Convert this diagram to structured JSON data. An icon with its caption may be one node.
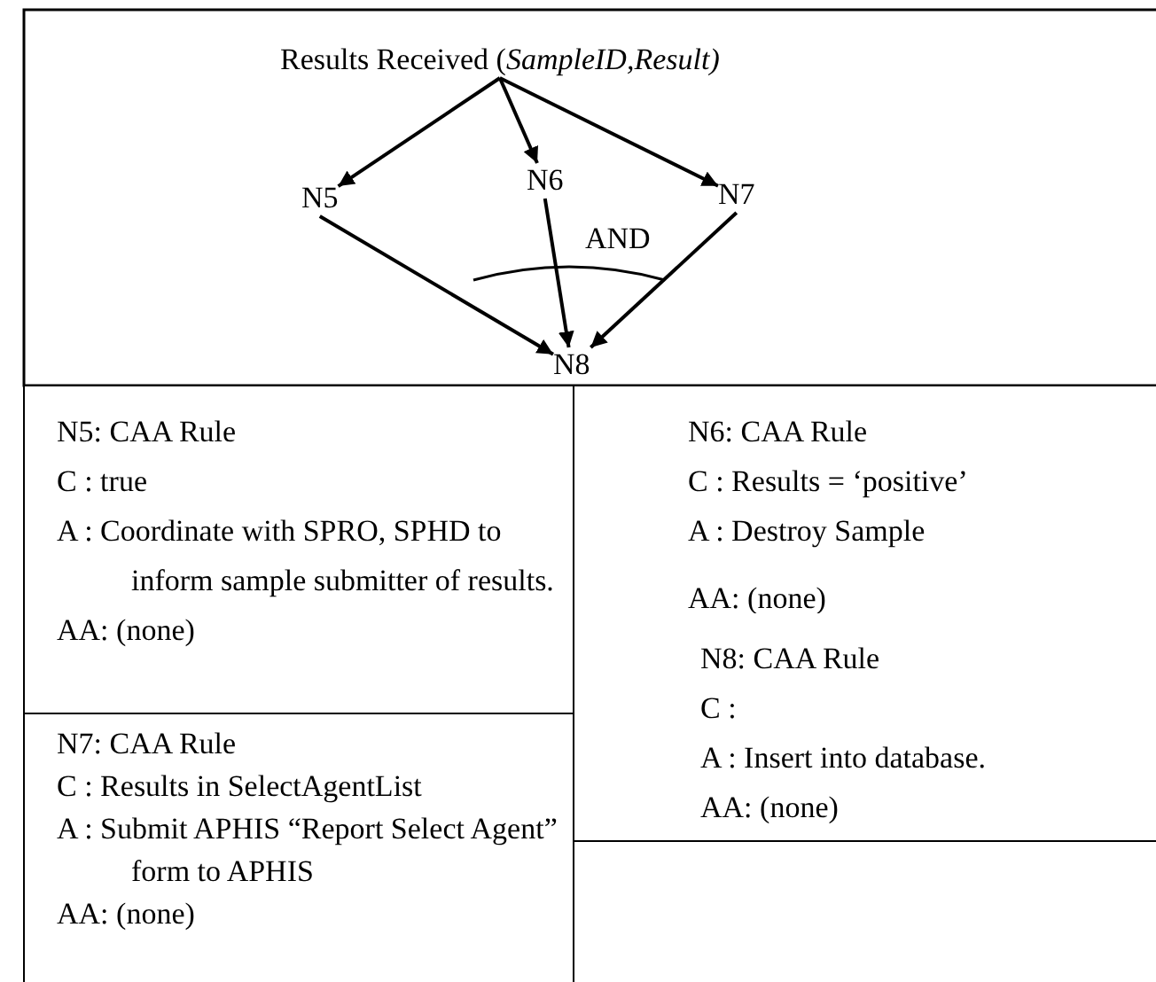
{
  "diagram": {
    "nodes": [
      {
        "text": [
          "Results Received (*SampleID,Result)*"
        ]
      },
      {
        "text": [
          "N5"
        ]
      },
      {
        "text": [
          "N6"
        ]
      },
      {
        "text": [
          "N7"
        ]
      },
      {
        "text": [
          "N8"
        ]
      },
      {
        "text": [
          "N5: CAA Rule",
          "C : true",
          "A : Coordinate with SPRO, SPHD to inform sample submitter of results.",
          "AA: (none)"
        ]
      },
      {
        "text": [
          "N6: CAA Rule",
          "C : Results = ‘positive’",
          "A : Destroy Sample",
          "AA: (none)"
        ]
      },
      {
        "text": [
          "N8: CAA Rule",
          "C :",
          "A : Insert into database.",
          "AA: (none)"
        ]
      },
      {
        "text": [
          "N7: CAA Rule",
          "C : Results in SelectAgentList",
          "A : Submit APHIS “Report Select Agent” form to APHIS",
          "AA: (none)"
        ]
      }
    ],
    "edges": [
      {
        "from": 0,
        "to": 1,
        "arrow": "to"
      },
      {
        "from": 0,
        "to": 2,
        "arrow": "to"
      },
      {
        "from": 0,
        "to": 3,
        "arrow": "to"
      },
      {
        "from": 1,
        "to": 4,
        "arrow": "to"
      },
      {
        "from": 2,
        "to": 4,
        "arrow": "to"
      },
      {
        "from": 3,
        "to": 4,
        "arrow": "to"
      }
    ],
    "labels": [
      "AND"
    ]
  }
}
